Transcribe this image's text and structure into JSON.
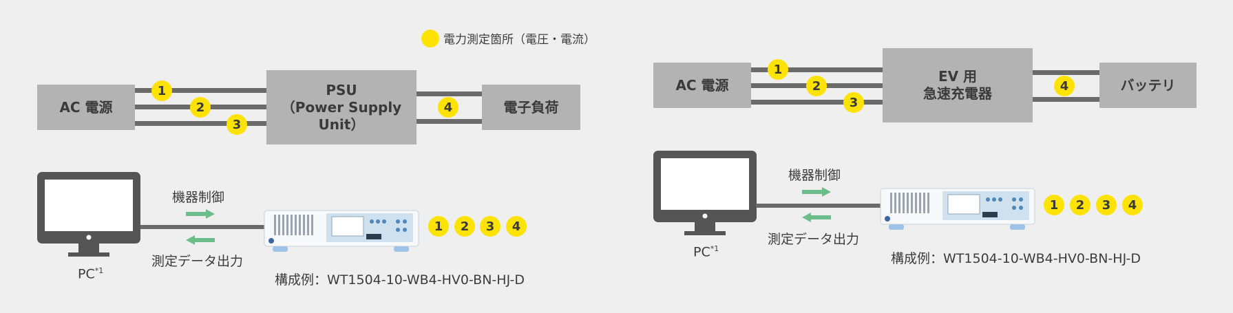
{
  "legend": {
    "text": "電力測定箇所（電圧・電流）",
    "color": "#ffe300"
  },
  "colors": {
    "background": "#eeefee",
    "box": "#b3b3b3",
    "wire": "#6a6a6a",
    "badge": "#ffe300",
    "arrow": "#6dbd8a"
  },
  "left": {
    "ac_source": "AC 電源",
    "psu_line1": "PSU",
    "psu_line2": "（Power Supply Unit）",
    "load": "電子負荷",
    "badges": [
      "1",
      "2",
      "3",
      "4"
    ],
    "control_label": "機器制御",
    "data_label": "測定データ出力",
    "pc_label": "PC",
    "pc_note": "*1",
    "config": "構成例：WT1504-10-WB4-HV0-BN-HJ-D",
    "device_badges": [
      "1",
      "2",
      "3",
      "4"
    ]
  },
  "right": {
    "ac_source": "AC 電源",
    "charger_line1": "EV 用",
    "charger_line2": "急速充電器",
    "battery": "バッテリ",
    "badges": [
      "1",
      "2",
      "3",
      "4"
    ],
    "control_label": "機器制御",
    "data_label": "測定データ出力",
    "pc_label": "PC",
    "pc_note": "*1",
    "config": "構成例：WT1504-10-WB4-HV0-BN-HJ-D",
    "device_badges": [
      "1",
      "2",
      "3",
      "4"
    ]
  }
}
